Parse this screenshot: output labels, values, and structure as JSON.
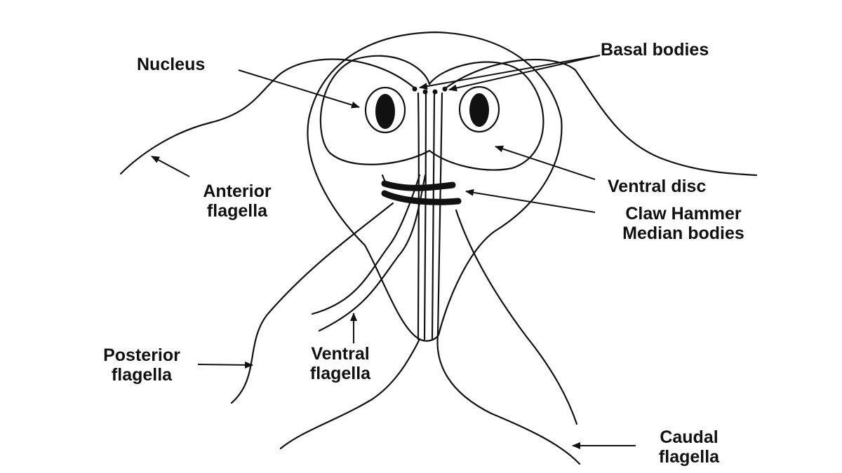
{
  "labels": {
    "nucleus": "Nucleus",
    "basal_bodies": "Basal bodies",
    "anterior_flagella": [
      "Anterior",
      "flagella"
    ],
    "ventral_disc": "Ventral disc",
    "median_bodies": [
      "Claw Hammer",
      "Median bodies"
    ],
    "posterior_flagella": [
      "Posterior",
      "flagella"
    ],
    "ventral_flagella": [
      "Ventral",
      "flagella"
    ],
    "caudal_flagella": [
      "Caudal",
      "flagella"
    ]
  },
  "colors": {
    "ink": "#111111",
    "background": "#ffffff"
  }
}
